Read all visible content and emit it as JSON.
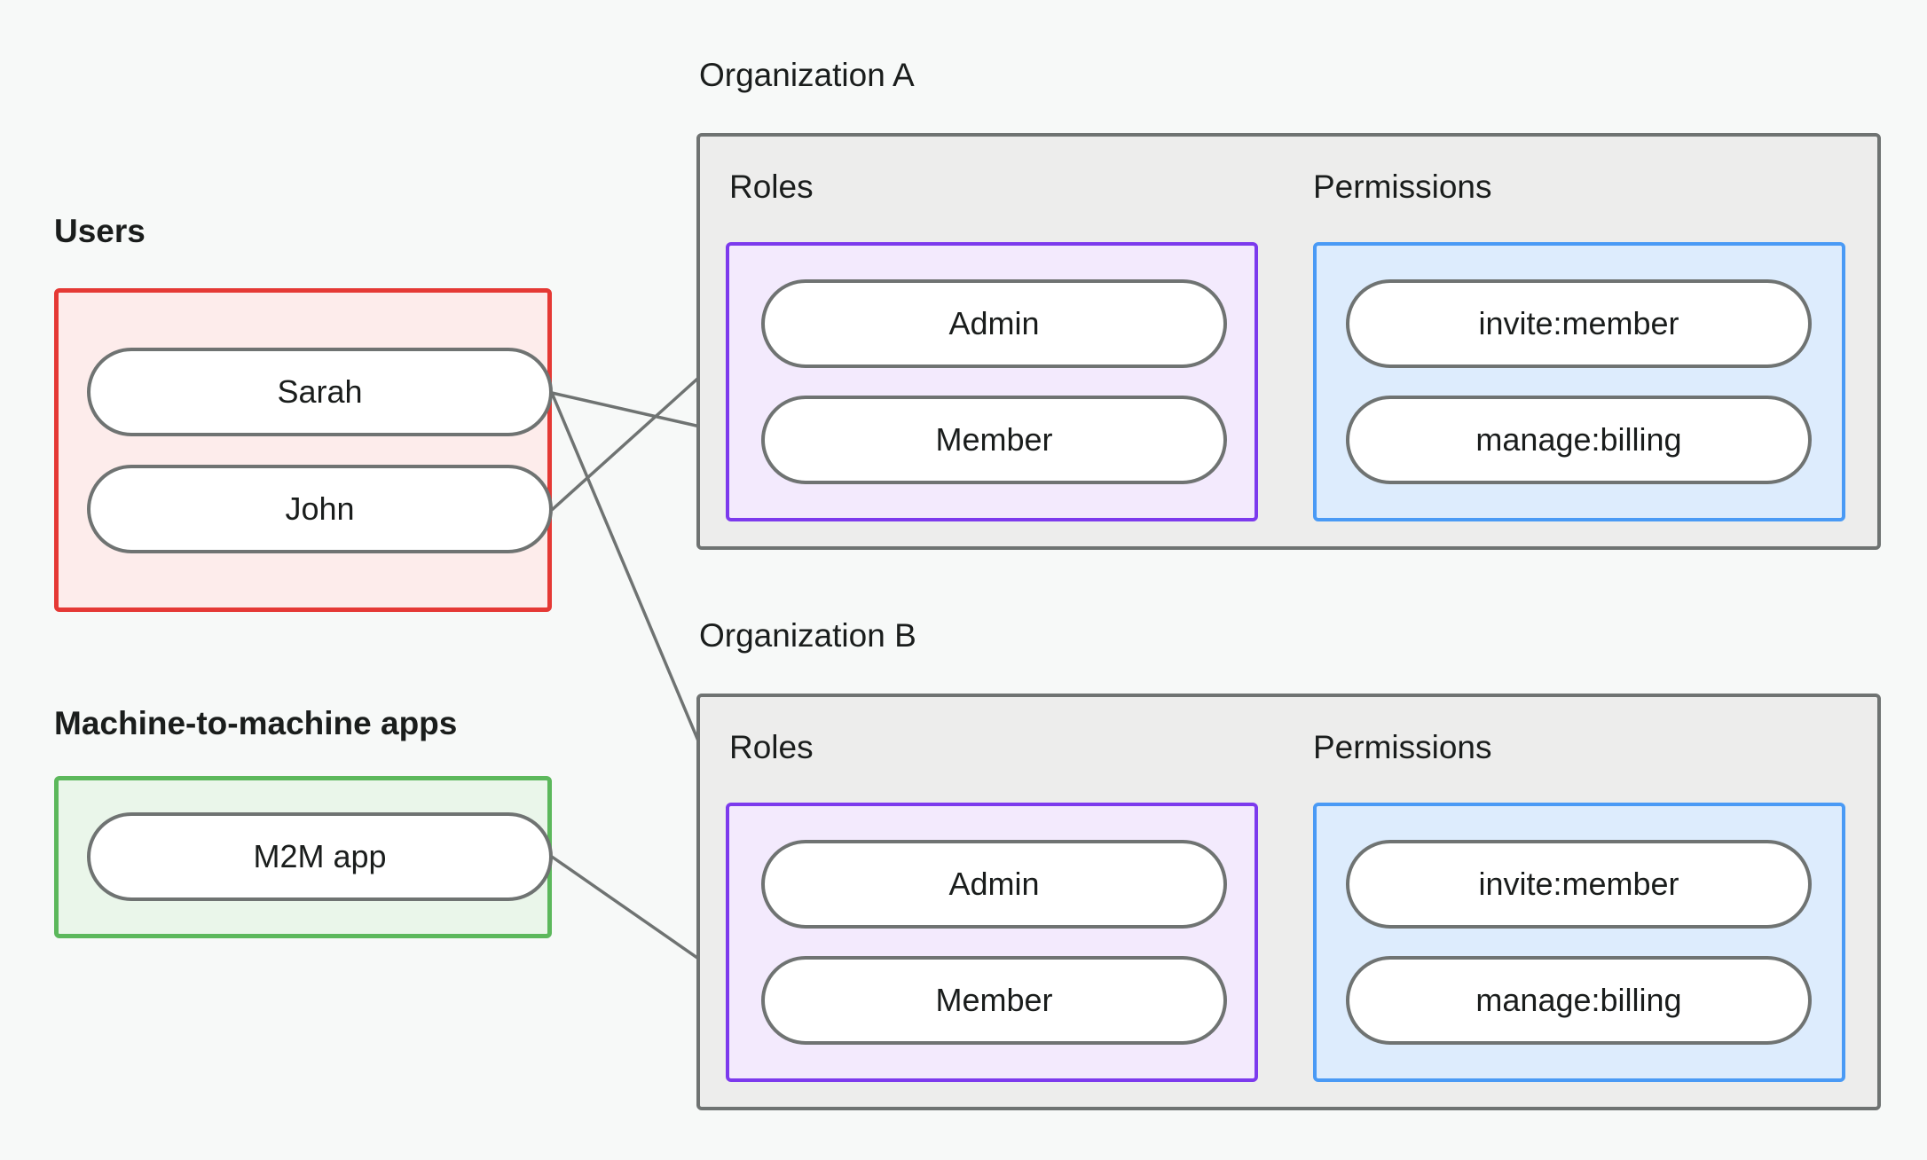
{
  "diagram": {
    "background_color": "#f7f9f8",
    "groups": {
      "users": {
        "title": "Users",
        "border_color": "#e53935",
        "fill_color": "#fdeceb",
        "nodes": [
          {
            "id": "sarah",
            "label": "Sarah"
          },
          {
            "id": "john",
            "label": "John"
          }
        ]
      },
      "m2m": {
        "title": "Machine-to-machine apps",
        "border_color": "#5cb85c",
        "fill_color": "#eaf6ea",
        "nodes": [
          {
            "id": "m2m-app",
            "label": "M2M app"
          }
        ]
      }
    },
    "organizations": [
      {
        "id": "org-a",
        "title": "Organization A",
        "border_color": "#6f7372",
        "fill_color": "#ededec",
        "roles_section": {
          "label": "Roles",
          "border_color": "#7c3aed",
          "fill_color": "#f3eafd",
          "nodes": [
            {
              "id": "a-admin",
              "label": "Admin"
            },
            {
              "id": "a-member",
              "label": "Member"
            }
          ]
        },
        "permissions_section": {
          "label": "Permissions",
          "border_color": "#4a9af5",
          "fill_color": "#ddecfd",
          "nodes": [
            {
              "id": "a-invite",
              "label": "invite:member"
            },
            {
              "id": "a-billing",
              "label": "manage:billing"
            }
          ]
        }
      },
      {
        "id": "org-b",
        "title": "Organization B",
        "border_color": "#6f7372",
        "fill_color": "#ededec",
        "roles_section": {
          "label": "Roles",
          "border_color": "#7c3aed",
          "fill_color": "#f3eafd",
          "nodes": [
            {
              "id": "b-admin",
              "label": "Admin"
            },
            {
              "id": "b-member",
              "label": "Member"
            }
          ]
        },
        "permissions_section": {
          "label": "Permissions",
          "border_color": "#4a9af5",
          "fill_color": "#ddecfd",
          "nodes": [
            {
              "id": "b-invite",
              "label": "invite:member"
            },
            {
              "id": "b-billing",
              "label": "manage:billing"
            }
          ]
        }
      }
    ],
    "edges": [
      {
        "from": "sarah",
        "to": "a-member"
      },
      {
        "from": "sarah",
        "to": "b-admin"
      },
      {
        "from": "john",
        "to": "a-admin"
      },
      {
        "from": "m2m-app",
        "to": "b-member"
      },
      {
        "from": "a-admin",
        "to": "a-invite"
      },
      {
        "from": "a-admin",
        "to": "a-billing"
      },
      {
        "from": "a-member",
        "to": "a-billing"
      },
      {
        "from": "b-admin",
        "to": "b-invite"
      },
      {
        "from": "b-admin",
        "to": "b-billing"
      },
      {
        "from": "b-member",
        "to": "b-billing"
      }
    ],
    "edge_color": "#6f7372",
    "node_border_color": "#6f7372",
    "node_fill_color": "#ffffff",
    "text_color": "#1a1d1c"
  }
}
